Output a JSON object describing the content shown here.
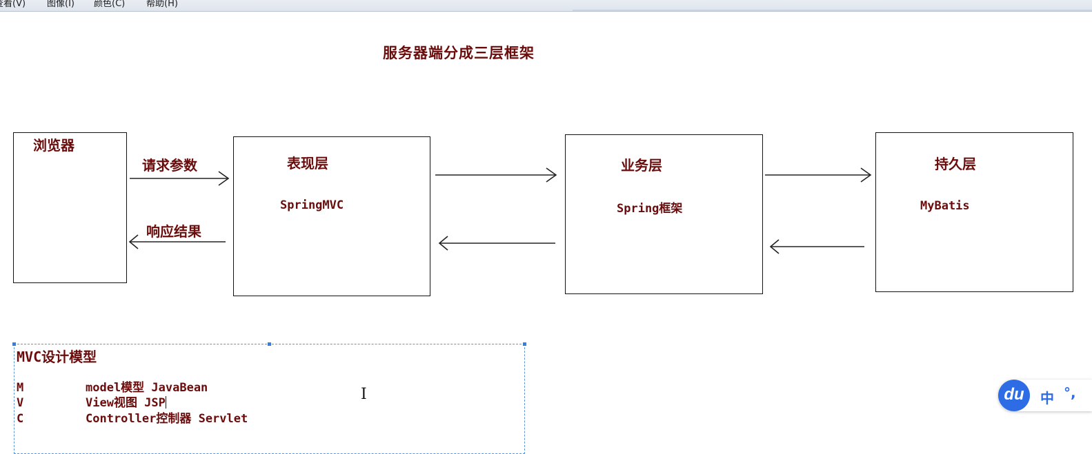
{
  "menubar": {
    "items": [
      "查看(V)",
      "图像(I)",
      "颜色(C)",
      "帮助(H)"
    ]
  },
  "title": "服务器端分成三层框架",
  "browser": {
    "label": "浏览器"
  },
  "presentation": {
    "label": "表现层",
    "tech": "SpringMVC"
  },
  "business": {
    "label": "业务层",
    "tech": "Spring框架"
  },
  "persistence": {
    "label": "持久层",
    "tech": "MyBatis"
  },
  "arrows": {
    "request": "请求参数",
    "response": "响应结果"
  },
  "mvc": {
    "title": "MVC设计模型",
    "rows": [
      {
        "letter": "M",
        "text": "model模型 JavaBean"
      },
      {
        "letter": "V",
        "text": "View视图 JSP"
      },
      {
        "letter": "C",
        "text": "Controller控制器 Servlet"
      }
    ]
  },
  "ime": {
    "logo": "du",
    "lang": "中",
    "punct": "°,"
  },
  "colors": {
    "text": "#6b0c0c",
    "selection": "#5b95d8",
    "ime_accent": "#2e6ce6"
  }
}
